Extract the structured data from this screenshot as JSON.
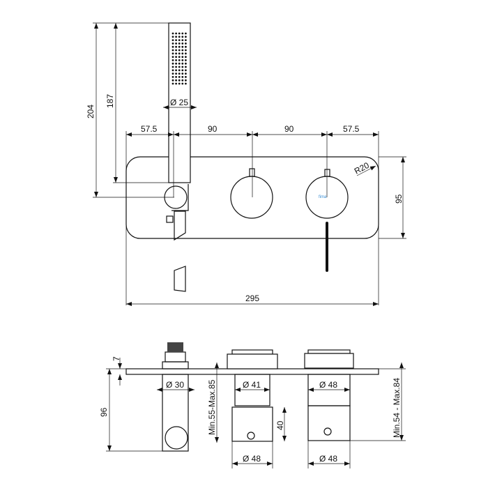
{
  "front_view": {
    "dims": {
      "height_total": "204",
      "height_head": "187",
      "head_diameter": "Ø 25",
      "offset_left": "57.5",
      "spacing_1": "90",
      "spacing_2": "90",
      "offset_right": "57.5",
      "corner_radius": "R20",
      "plate_height": "95",
      "plate_width": "295"
    },
    "knob_logo": "fima"
  },
  "side_view": {
    "dims": {
      "plate_thickness": "7",
      "depth_total": "96",
      "holder_diameter": "Ø 30",
      "cartridge1_diameter": "Ø 41",
      "cartridge2_diameter": "Ø 48",
      "box1_width": "Ø 48",
      "box2_width": "Ø 48",
      "box_height": "40",
      "range_left": "Min.55-Max.85",
      "range_right": "Min.54 - Max.84"
    }
  },
  "colors": {
    "line": "#111111",
    "logo": "#3a8fd6"
  }
}
